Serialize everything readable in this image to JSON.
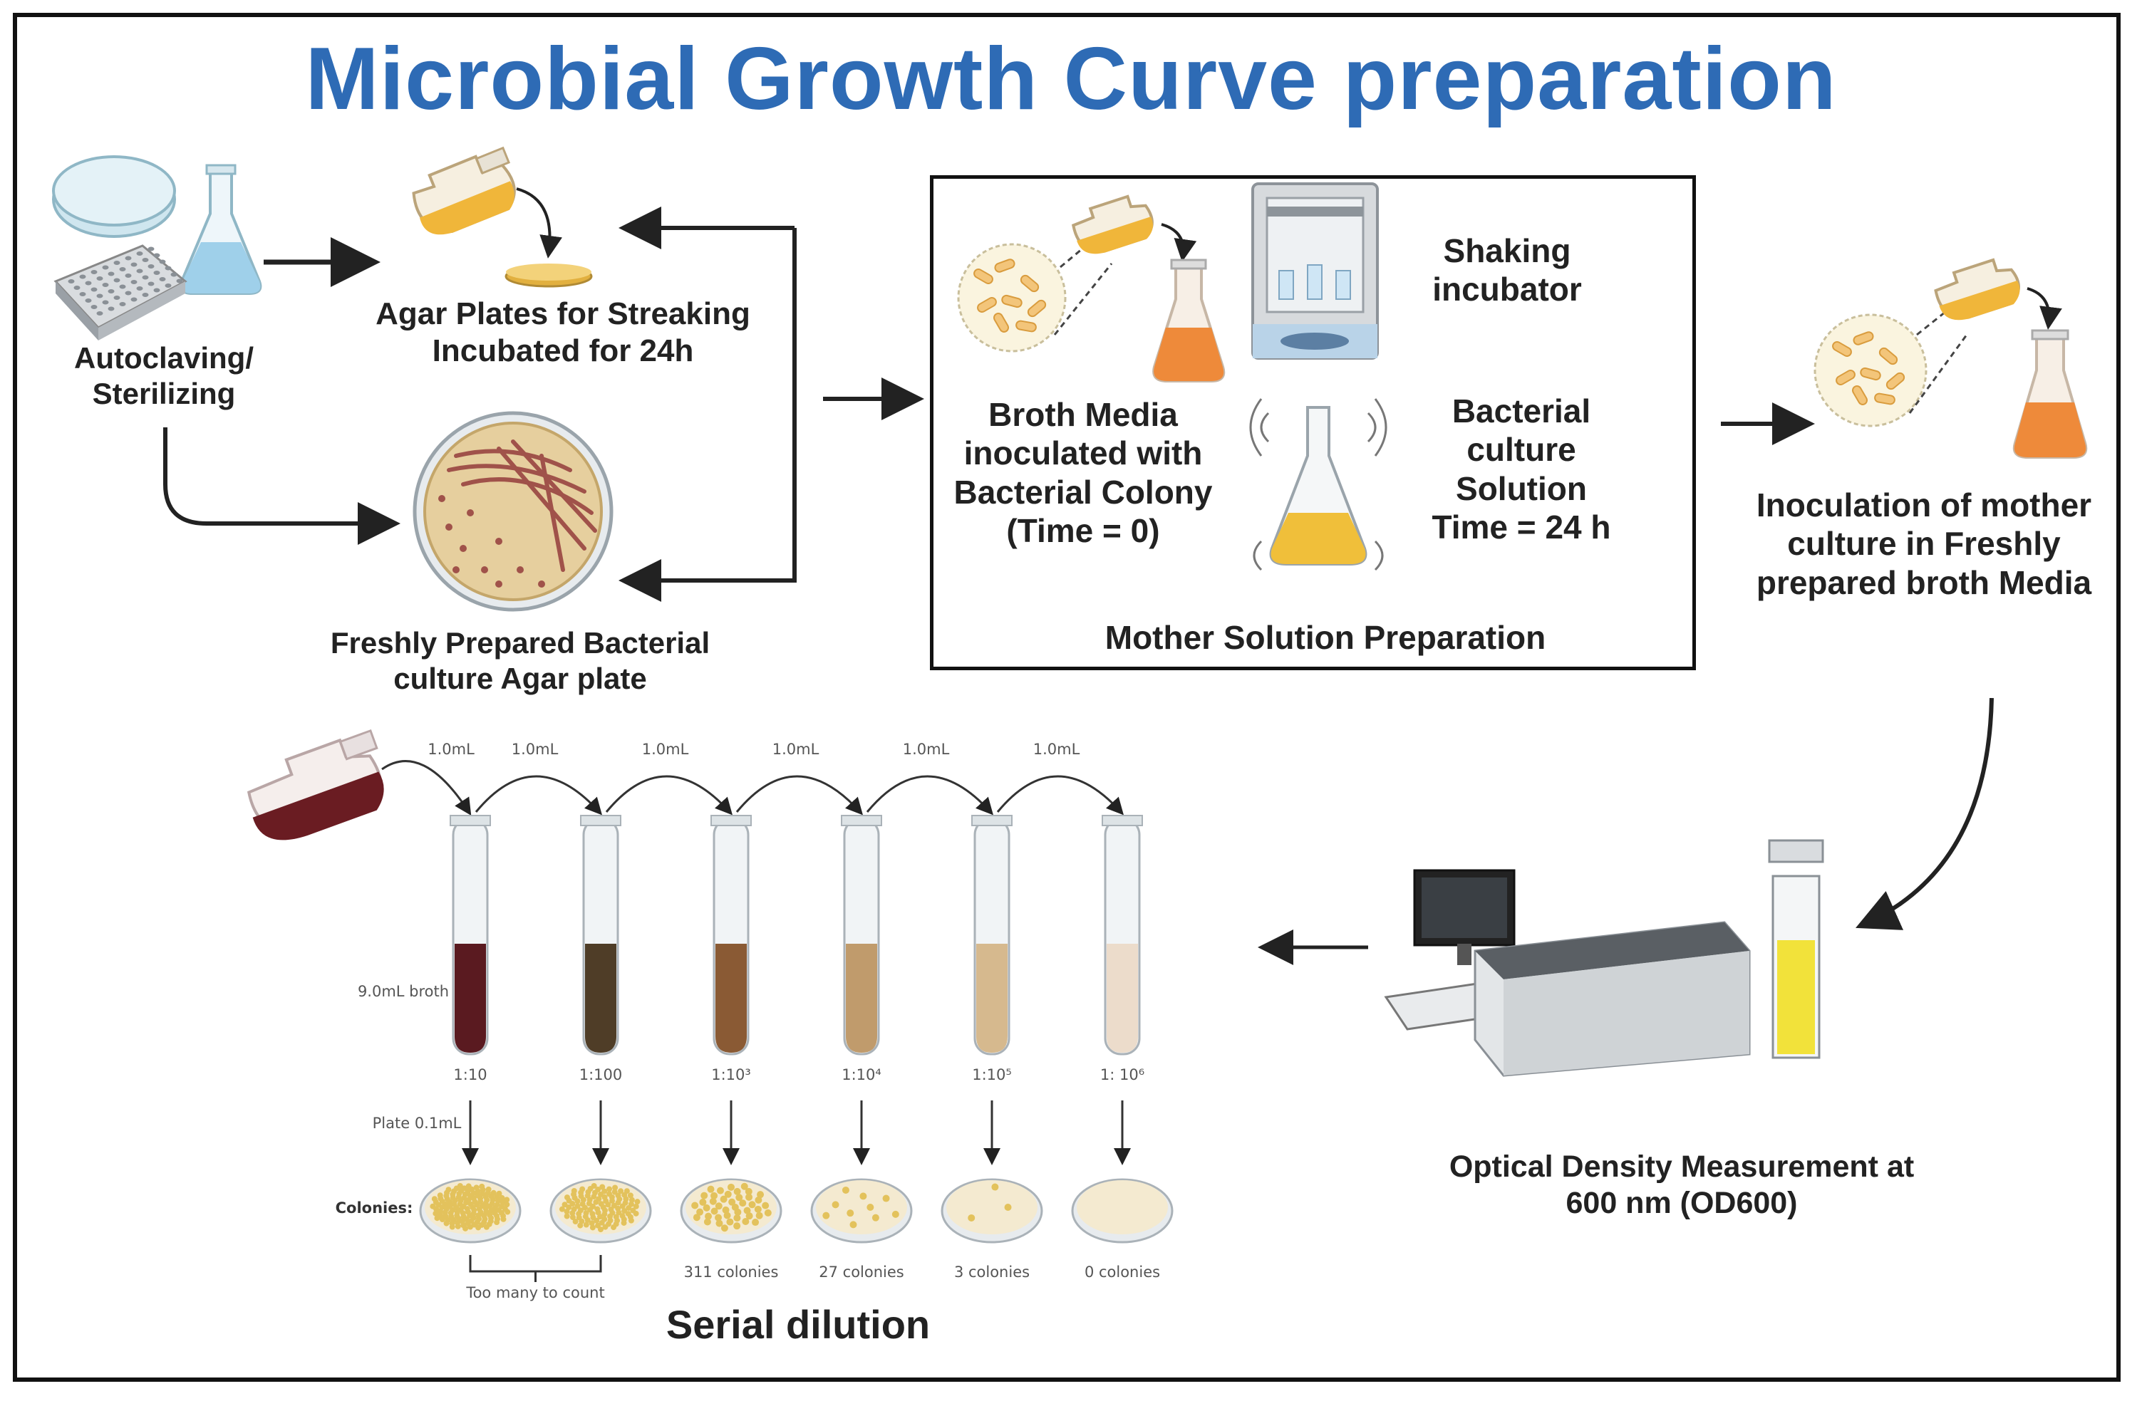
{
  "title": "Microbial Growth Curve preparation",
  "labels": {
    "autoclave": "Autoclaving/ Sterilizing",
    "agar_plates": "Agar Plates for Streaking Incubated for 24h",
    "fresh_plate": "Freshly Prepared Bacterial culture Agar plate",
    "broth_media": "Broth Media inoculated with Bacterial Colony (Time = 0)",
    "shaking_incubator": "Shaking incubator",
    "bacterial_culture": "Bacterial culture Solution Time = 24 h",
    "mother_solution": "Mother Solution Preparation",
    "inoculation": "Inoculation of mother culture in Freshly prepared broth Media",
    "od": "Optical Density Measurement at 600 nm (OD600)",
    "serial_dilution": "Serial dilution"
  },
  "dilution": {
    "transfer_volume": "1.0mL",
    "broth_label": "9.0mL broth",
    "plate_label": "Plate 0.1mL",
    "colonies_label": "Colonies:",
    "too_many": "Too many to count",
    "ratios": [
      "1:10",
      "1:100",
      "1:10³",
      "1:10⁴",
      "1:10⁵",
      "1: 10⁶"
    ],
    "counts": [
      "",
      "",
      "311 colonies",
      "27 colonies",
      "3 colonies",
      "0 colonies"
    ],
    "tube_colors": [
      "#5a1a20",
      "#4f3d27",
      "#8a5a34",
      "#c09b6c",
      "#d6b98e",
      "#ecdccb"
    ]
  },
  "colors": {
    "title": "#2e6bb5",
    "orange_broth": "#ee8a3a",
    "agar": "#e9c46a",
    "arrow": "#222222"
  }
}
